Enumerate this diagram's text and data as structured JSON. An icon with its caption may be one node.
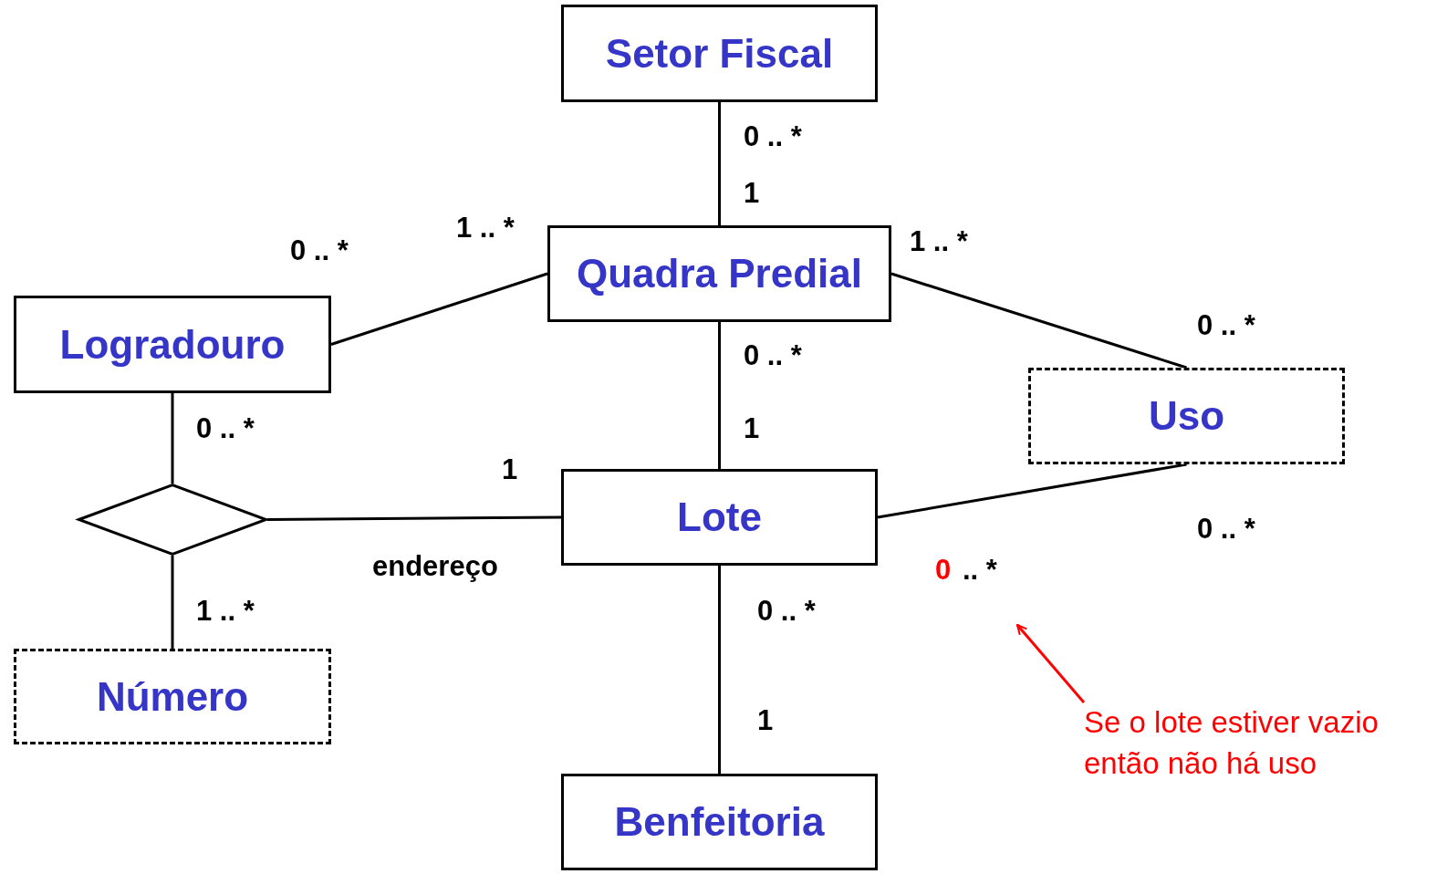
{
  "diagram": {
    "nodes": [
      {
        "text": [
          "Setor Fiscal"
        ]
      },
      {
        "text": [
          "Quadra Predial"
        ]
      },
      {
        "text": [
          "Logradouro"
        ]
      },
      {
        "text": [
          "Uso"
        ]
      },
      {
        "text": [],
        "shape": "diamond"
      },
      {
        "text": [
          "Lote"
        ]
      },
      {
        "text": [
          "Número"
        ]
      },
      {
        "text": [
          "Benfeitoria"
        ]
      },
      {
        "text": [
          "Se o lote estiver vazio então não há uso"
        ]
      }
    ],
    "edges": [
      {
        "from": 0,
        "to": 1,
        "arrow": "none"
      },
      {
        "from": 2,
        "to": 1,
        "arrow": "none"
      },
      {
        "from": 1,
        "to": 3,
        "arrow": "none"
      },
      {
        "from": 1,
        "to": 5,
        "arrow": "none"
      },
      {
        "from": 2,
        "to": 4,
        "arrow": "none"
      },
      {
        "from": 4,
        "to": 5,
        "arrow": "none",
        "label": "endereço"
      },
      {
        "from": 4,
        "to": 6,
        "arrow": "none"
      },
      {
        "from": 5,
        "to": 3,
        "arrow": "none"
      },
      {
        "from": 5,
        "to": 7,
        "arrow": "none"
      },
      {
        "from": 8,
        "to": null,
        "arrow": "to",
        "color": "#ff0000"
      }
    ],
    "labels": [
      "0 .. *",
      "1",
      "1 .. *",
      "0 .. *",
      "1 .. *",
      "0 .. *",
      "0 .. *",
      "0 .. *",
      "1",
      "1",
      "0 .. *",
      "0",
      ".. *",
      "0 .. *",
      "1 .. *",
      "1"
    ]
  }
}
